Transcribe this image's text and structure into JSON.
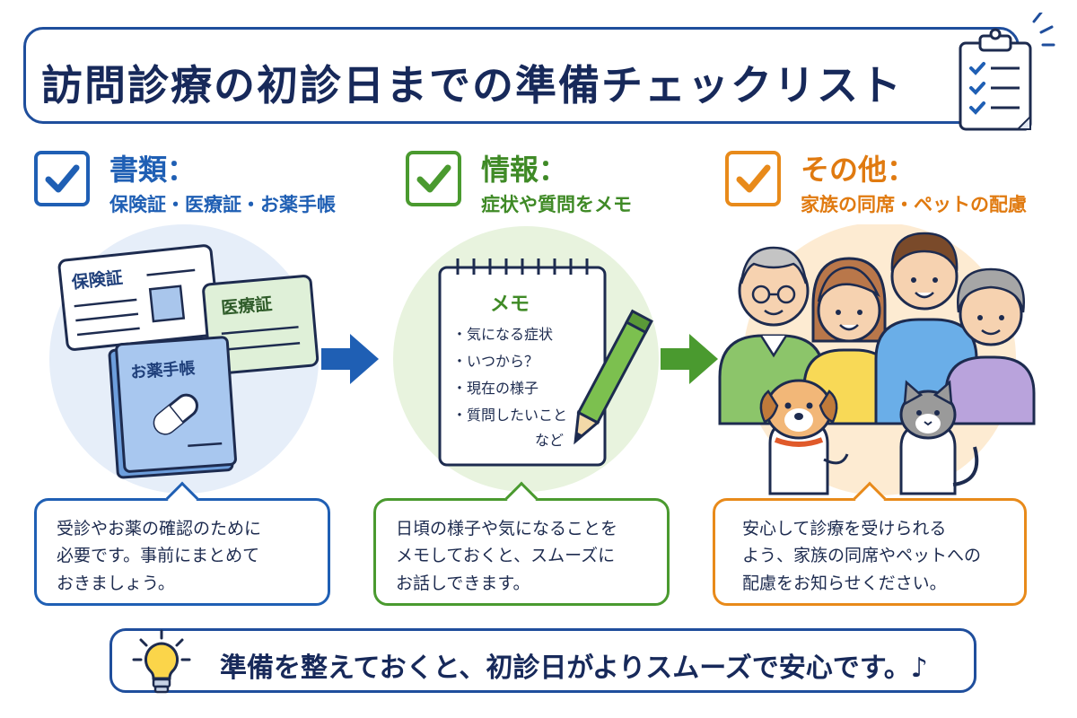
{
  "title": "訪問診療の初診日までの準備チェックリスト",
  "colors": {
    "navy": "#17295a",
    "blue": "#1f5fb4",
    "green": "#4a9a2f",
    "orange": "#e88a1a"
  },
  "sections": [
    {
      "title": "書類：",
      "subtitle": "保険証・医療証・お薬手帳",
      "cards": {
        "insurance": "保険証",
        "medical": "医療証",
        "medbook": "お薬手帳"
      },
      "callout": [
        "受診やお薬の確認のために",
        "必要です。事前にまとめて",
        "おきましょう。"
      ]
    },
    {
      "title": "情報：",
      "subtitle": "症状や質問をメモ",
      "memo": {
        "heading": "メモ",
        "items": [
          "・気になる症状",
          "・いつから？",
          "・現在の様子",
          "・質問したいこと"
        ],
        "tail": "など"
      },
      "callout": [
        "日頃の様子や気になることを",
        "メモしておくと、スムーズに",
        "お話しできます。"
      ]
    },
    {
      "title": "その他：",
      "subtitle": "家族の同席・ペットの配慮",
      "callout": [
        "安心して診療を受けられる",
        "よう、家族の同席やペットへの",
        "配慮をお知らせください。"
      ]
    }
  ],
  "bottom": "準備を整えておくと、初診日がよりスムーズで安心です。♪",
  "icons": [
    "clipboard-icon",
    "checkmark-icon",
    "arrow-right-icon",
    "pencil-icon",
    "pill-icon",
    "lightbulb-icon"
  ]
}
